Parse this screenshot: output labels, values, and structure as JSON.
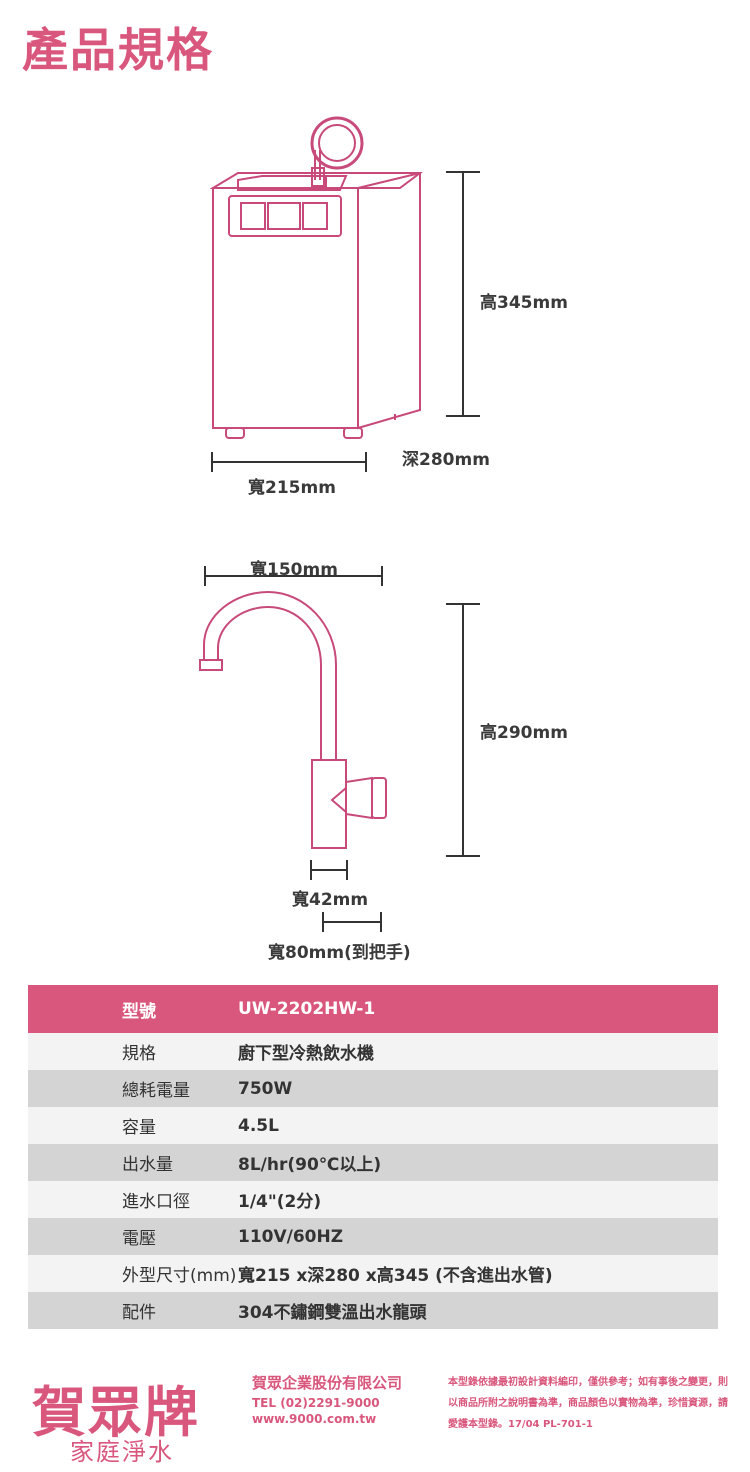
{
  "title": "產品規格",
  "dimensions": {
    "machine_height": "高345mm",
    "machine_depth": "深280mm",
    "machine_width": "寬215mm",
    "faucet_width": "寬150mm",
    "faucet_height": "高290mm",
    "faucet_base_width": "寬42mm",
    "faucet_handle_width": "寬80mm(到把手)"
  },
  "spec_table": {
    "header": {
      "label": "型號",
      "value": "UW-2202HW-1"
    },
    "rows": [
      {
        "label": "規格",
        "value": "廚下型冷熱飲水機"
      },
      {
        "label": "總耗電量",
        "value": "750W"
      },
      {
        "label": "容量",
        "value": "4.5L"
      },
      {
        "label": "出水量",
        "value": "8L/hr(90℃以上)"
      },
      {
        "label": "進水口徑",
        "value": "1/4\"(2分)"
      },
      {
        "label": "電壓",
        "value": "110V/60HZ"
      },
      {
        "label": "外型尺寸(mm)",
        "value": "寬215 x深280 x高345 (不含進出水管)"
      },
      {
        "label": "配件",
        "value": "304不鏽鋼雙溫出水龍頭"
      }
    ]
  },
  "footer": {
    "brand": "賀眾牌",
    "brand_sub": "家庭淨水",
    "company": "賀眾企業股份有限公司",
    "tel": "TEL (02)2291-9000",
    "website": "www.9000.com.tw",
    "note": "本型錄依據最初設計資料編印，僅供參考；如有事後之變更，則以商品所附之說明書為準，商品顏色以實物為準，珍惜資源，請愛護本型錄。17/04 PL-701-1"
  },
  "colors": {
    "accent": "#d9577c",
    "line": "#c84a7a",
    "dim_line": "#333333"
  }
}
